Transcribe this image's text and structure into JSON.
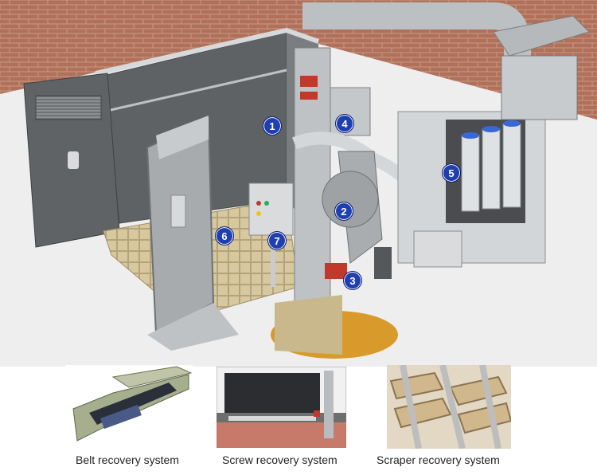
{
  "markers": [
    "1",
    "2",
    "3",
    "4",
    "5",
    "6",
    "7"
  ],
  "captions": {
    "belt": "Belt recovery system",
    "screw": "Screw recovery system",
    "scraper": "Scraper recovery system"
  },
  "colors": {
    "marker_fill": "#1f3fb0",
    "brick": "#b0705a",
    "booth_panel": "#6e7174",
    "steel": "#c9ccce",
    "pit": "#d79a2b"
  }
}
